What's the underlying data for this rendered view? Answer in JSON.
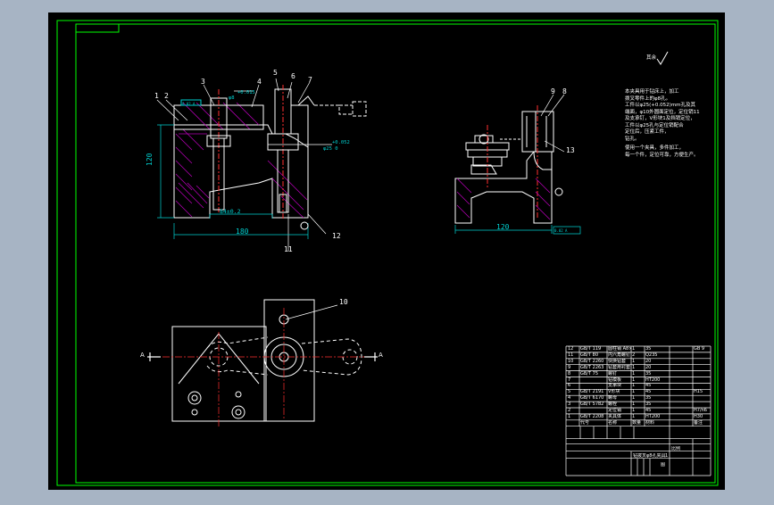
{
  "colors": {
    "viewport_bg": "#a7b4c4",
    "sheet_bg": "#000000",
    "border": "#00ff00",
    "geometry": "#ffffff",
    "hatch": "#b000b0",
    "centerline": "#ff3030",
    "dimension": "#00d0d0",
    "title_block": "#ffffff"
  },
  "front_view": {
    "balloons": [
      "1",
      "2",
      "3",
      "4",
      "5",
      "6",
      "7",
      "11",
      "12"
    ],
    "dims": {
      "height": "120",
      "width_total": "180",
      "width_inner": "84±0.2",
      "tol_top": "+0.015",
      "tol_top_dia": "φ8",
      "tol_side": "+0.052",
      "tol_side_dia": "φ25 0",
      "tol_box": "0.02 A"
    }
  },
  "side_view": {
    "balloons": [
      "9",
      "8",
      "13"
    ],
    "dims": {
      "width": "120",
      "tol_box": "0.02 A"
    }
  },
  "top_view": {
    "balloons": [
      "10"
    ],
    "section_mark": "A"
  },
  "notes": {
    "roughness": "其余",
    "lines": [
      "本夹具用于钻床上，加工",
      "拨叉零件上的φ8孔。",
      "工件以φ25(+0.052)mm孔及其",
      "端面，φ10外圆面定位，定位销11",
      "及支承钉，V形块1及挡销定位，",
      "工件以φ25孔与定位销配合",
      "定位后，压紧工件，",
      "钻孔。",
      "使用一个夹具，多件加工，",
      "每一个件，定位可靠，方便生产。"
    ]
  },
  "title_block": {
    "parts": [
      {
        "code": "GB/T 119",
        "name": "圆柱销 A8×20",
        "qty": "1",
        "mat": "35",
        "note": "GB 9"
      },
      {
        "code": "GB/T 80",
        "name": "内六角螺钉",
        "qty": "2",
        "mat": "Q235",
        "note": ""
      },
      {
        "code": "GB/T 2260",
        "name": "快换钻套",
        "qty": "1",
        "mat": "20",
        "note": ""
      },
      {
        "code": "GB/T 2263",
        "name": "钻套用衬套",
        "qty": "1",
        "mat": "20",
        "note": ""
      },
      {
        "code": "GB/T 75",
        "name": "螺钉",
        "qty": "1",
        "mat": "35",
        "note": ""
      },
      {
        "code": "",
        "name": "钻模板",
        "qty": "1",
        "mat": "HT200",
        "note": ""
      },
      {
        "code": "",
        "name": "支承块",
        "qty": "1",
        "mat": "45",
        "note": ""
      },
      {
        "code": "GB/T 2191",
        "name": "V形块",
        "qty": "1",
        "mat": "45",
        "note": "H15"
      },
      {
        "code": "GB/T 6170",
        "name": "螺母",
        "qty": "1",
        "mat": "35",
        "note": ""
      },
      {
        "code": "GB/T 5782",
        "name": "螺栓",
        "qty": "1",
        "mat": "35",
        "note": ""
      },
      {
        "code": "",
        "name": "定位销",
        "qty": "1",
        "mat": "45",
        "note": "H7/n6"
      },
      {
        "code": "GB/T 2208",
        "name": "夹具体",
        "qty": "1",
        "mat": "HT200",
        "note": "H30"
      }
    ],
    "header": {
      "code": "代号",
      "name": "名称",
      "qty": "数量",
      "mat": "材料",
      "note": "备注"
    },
    "drawing_name": "钻拨叉φ8孔夹具",
    "sheet": "1",
    "scale_label": "比例",
    "company": "图"
  }
}
